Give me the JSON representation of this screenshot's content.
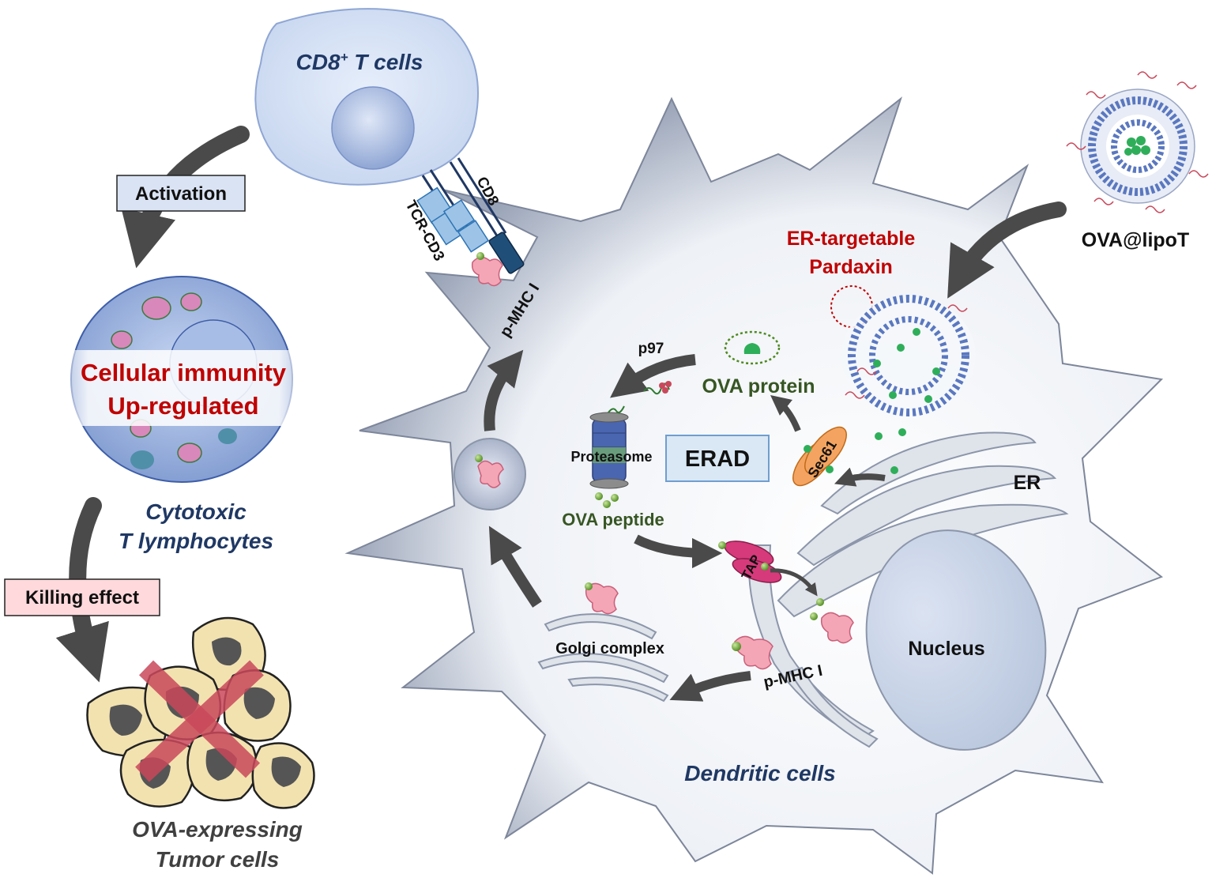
{
  "tcell": {
    "name": "CD8",
    "sup": "+",
    "suffix": " T cells",
    "receptor_tcr": "TCR-CD3",
    "receptor_cd8": "CD8",
    "pmhc": "p-MHC I"
  },
  "left_flow": {
    "activation": "Activation",
    "immunity_line1": "Cellular immunity",
    "immunity_line2": "Up-regulated",
    "ctl_line1": "Cytotoxic",
    "ctl_line2": "T lymphocytes",
    "killing": "Killing effect",
    "tumor_line1": "OVA-expressing",
    "tumor_line2": "Tumor cells"
  },
  "dendritic": {
    "name": "Dendritic cells",
    "pardaxin_line1": "ER-targetable",
    "pardaxin_line2": "Pardaxin",
    "nanoparticle": "OVA@lipoT",
    "ova_protein": "OVA protein",
    "p97": "p97",
    "proteasome": "Proteasome",
    "erad": "ERAD",
    "sec61": "Sec61",
    "er": "ER",
    "ova_peptide": "OVA peptide",
    "tap": "TAP",
    "nucleus": "Nucleus",
    "golgi": "Golgi complex",
    "pmhc": "p-MHC I"
  },
  "colors": {
    "navy_text": "#1f3864",
    "red_text": "#c00000",
    "green_text": "#375623",
    "dark_text": "#404040",
    "arrow": "#4a4a4a"
  }
}
